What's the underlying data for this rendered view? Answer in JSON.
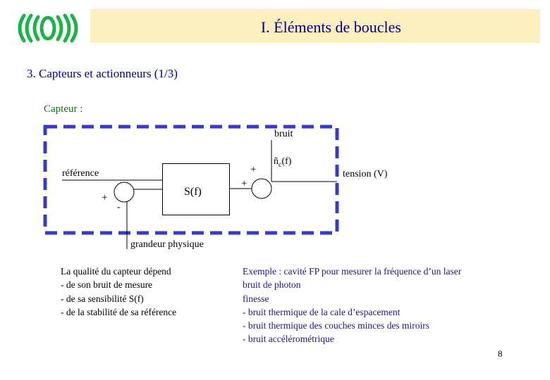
{
  "header": {
    "title": "I. Éléments de boucles"
  },
  "logo": {
    "icon": "virgo-waves-logo",
    "color": "#1bb24a"
  },
  "section": {
    "title": "3. Capteurs et actionneurs (1/3)"
  },
  "diagram": {
    "caption": "Capteur :",
    "bruit": "bruit",
    "nc": "ñ",
    "nc_sub": "c",
    "nc_arg": "(f)",
    "reference": "référence",
    "sf": "S(f)",
    "plus1": "+",
    "minus1": "-",
    "plus2": "+",
    "plus3": "+",
    "tension": "tension (V)",
    "grandeur": "grandeur physique",
    "frame_color": "#3a3ac8"
  },
  "notes": {
    "left": [
      "La qualité du capteur dépend",
      "- de son bruit de mesure",
      "- de sa sensibilité S(f)",
      "- de la stabilité de sa référence"
    ],
    "right": [
      "Exemple : cavité FP pour mesurer la fréquence d’un laser",
      "bruit de photon",
      "finesse",
      "- bruit thermique de la cale d’espacement",
      "- bruit thermique des couches minces des miroirs",
      "- bruit accélérométrique"
    ]
  },
  "footer": {
    "page": "8"
  }
}
